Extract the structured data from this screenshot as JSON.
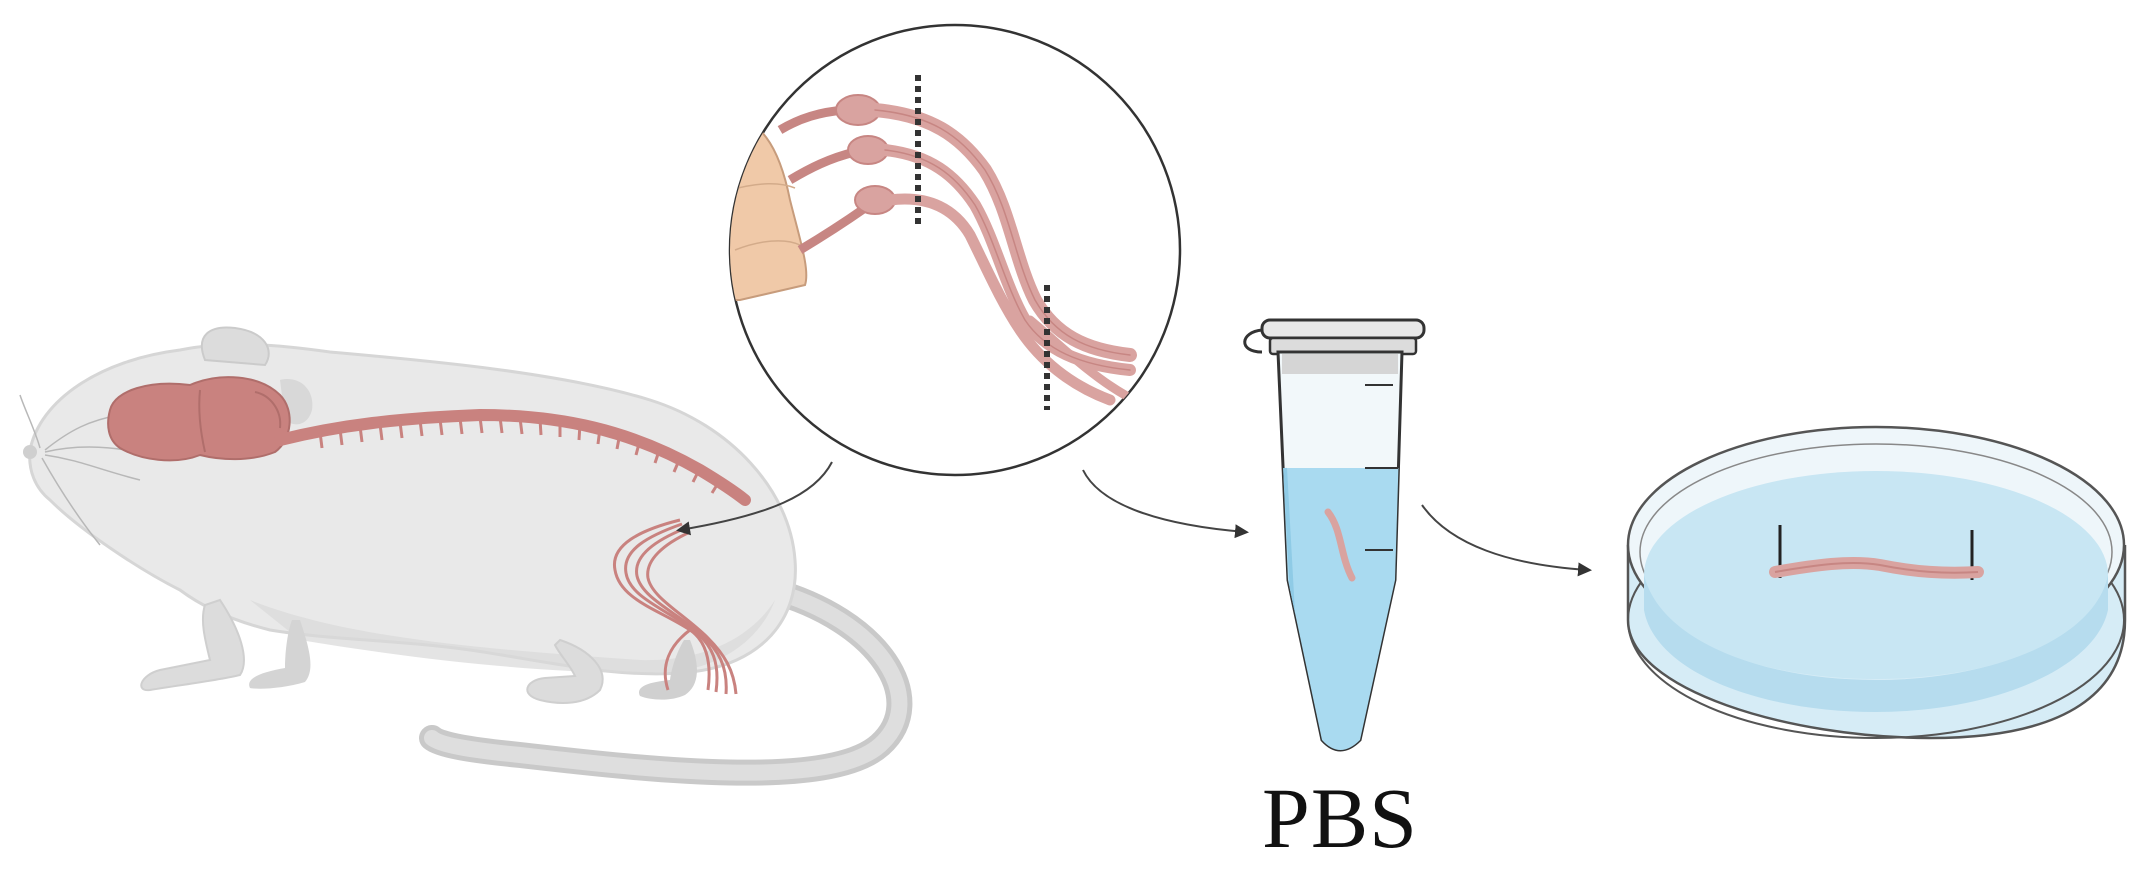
{
  "labels": {
    "tube_label": "PBS"
  },
  "colors": {
    "nerve": "#d9a3a0",
    "nerve_dark": "#c78683",
    "rat_body": "#e8e8e8",
    "rat_shadow": "#d2d2d2",
    "brain": "#c9827f",
    "spine_tissue": "#f0c9a8",
    "liquid": "#a9daf0",
    "dish_liquid": "#c8e6f3",
    "arrow": "#333333"
  },
  "icons": [
    "rat-illustration",
    "magnifier-circle",
    "microcentrifuge-tube",
    "petri-dish",
    "nerve-segment",
    "pin-icon"
  ]
}
